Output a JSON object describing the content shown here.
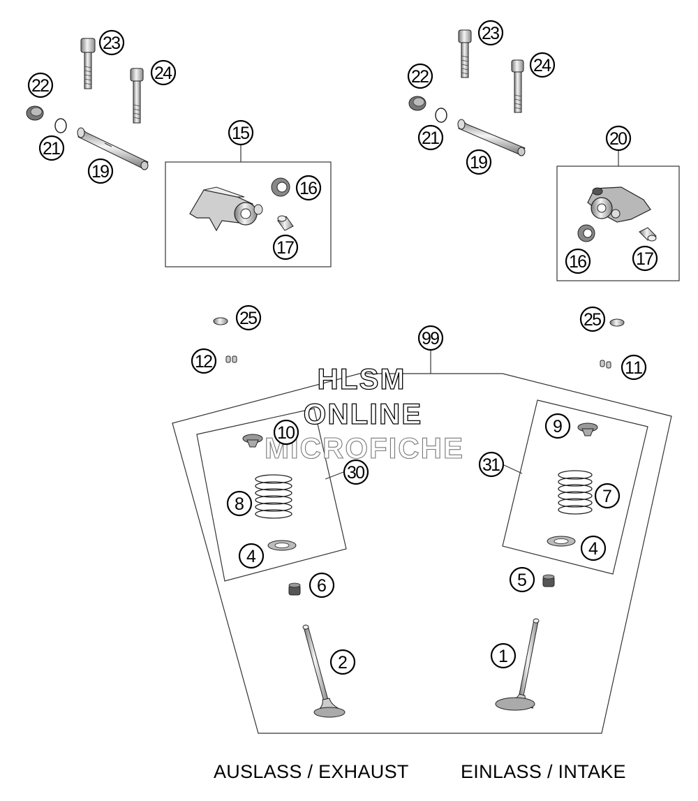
{
  "watermark": [
    "HLSM",
    "ONLINE",
    "MICROFICHE"
  ],
  "captions": {
    "exhaust": "AUSLASS / EXHAUST",
    "intake": "EINLASS / INTAKE"
  },
  "callouts": [
    {
      "id": "c23a",
      "label": "23"
    },
    {
      "id": "c24a",
      "label": "24"
    },
    {
      "id": "c22a",
      "label": "22"
    },
    {
      "id": "c21a",
      "label": "21"
    },
    {
      "id": "c19a",
      "label": "19"
    },
    {
      "id": "c15",
      "label": "15"
    },
    {
      "id": "c16a",
      "label": "16"
    },
    {
      "id": "c17a",
      "label": "17"
    },
    {
      "id": "c23b",
      "label": "23"
    },
    {
      "id": "c24b",
      "label": "24"
    },
    {
      "id": "c22b",
      "label": "22"
    },
    {
      "id": "c21b",
      "label": "21"
    },
    {
      "id": "c19b",
      "label": "19"
    },
    {
      "id": "c20",
      "label": "20"
    },
    {
      "id": "c16b",
      "label": "16"
    },
    {
      "id": "c17b",
      "label": "17"
    },
    {
      "id": "c25a",
      "label": "25"
    },
    {
      "id": "c12",
      "label": "12"
    },
    {
      "id": "c99",
      "label": "99"
    },
    {
      "id": "c25b",
      "label": "25"
    },
    {
      "id": "c11",
      "label": "11"
    },
    {
      "id": "c10",
      "label": "10"
    },
    {
      "id": "c30",
      "label": "30"
    },
    {
      "id": "c8",
      "label": "8"
    },
    {
      "id": "c4a",
      "label": "4"
    },
    {
      "id": "c6",
      "label": "6"
    },
    {
      "id": "c2",
      "label": "2"
    },
    {
      "id": "c9",
      "label": "9"
    },
    {
      "id": "c31",
      "label": "31"
    },
    {
      "id": "c7",
      "label": "7"
    },
    {
      "id": "c4b",
      "label": "4"
    },
    {
      "id": "c5",
      "label": "5"
    },
    {
      "id": "c1",
      "label": "1"
    }
  ]
}
